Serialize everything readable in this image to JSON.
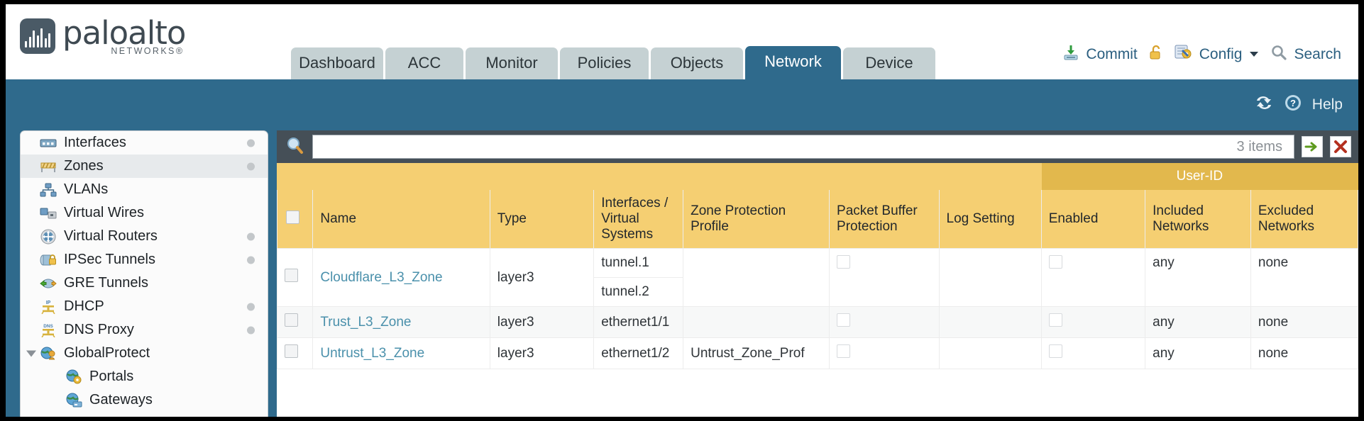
{
  "brand": {
    "name": "paloalto",
    "sub": "NETWORKS",
    "registered": "®"
  },
  "nav": {
    "tabs": [
      {
        "label": "Dashboard",
        "active": false
      },
      {
        "label": "ACC",
        "active": false
      },
      {
        "label": "Monitor",
        "active": false
      },
      {
        "label": "Policies",
        "active": false
      },
      {
        "label": "Objects",
        "active": false
      },
      {
        "label": "Network",
        "active": true
      },
      {
        "label": "Device",
        "active": false
      }
    ]
  },
  "topright": {
    "commit": "Commit",
    "config": "Config",
    "search": "Search",
    "icons": [
      "commit-icon",
      "unlock-icon",
      "config-icon",
      "chevron-down-icon",
      "search-icon"
    ]
  },
  "bluebar": {
    "help": "Help",
    "icons": [
      "refresh-icon",
      "help-icon"
    ]
  },
  "sidebar": {
    "items": [
      {
        "label": "Interfaces",
        "icon": "interfaces-icon",
        "selected": false,
        "dot": true,
        "child": false,
        "caret": false
      },
      {
        "label": "Zones",
        "icon": "zones-icon",
        "selected": true,
        "dot": true,
        "child": false,
        "caret": false
      },
      {
        "label": "VLANs",
        "icon": "vlans-icon",
        "selected": false,
        "dot": false,
        "child": false,
        "caret": false
      },
      {
        "label": "Virtual Wires",
        "icon": "virtual-wires-icon",
        "selected": false,
        "dot": false,
        "child": false,
        "caret": false
      },
      {
        "label": "Virtual Routers",
        "icon": "virtual-routers-icon",
        "selected": false,
        "dot": true,
        "child": false,
        "caret": false
      },
      {
        "label": "IPSec Tunnels",
        "icon": "ipsec-tunnels-icon",
        "selected": false,
        "dot": true,
        "child": false,
        "caret": false
      },
      {
        "label": "GRE Tunnels",
        "icon": "gre-tunnels-icon",
        "selected": false,
        "dot": false,
        "child": false,
        "caret": false
      },
      {
        "label": "DHCP",
        "icon": "dhcp-icon",
        "selected": false,
        "dot": true,
        "child": false,
        "caret": false
      },
      {
        "label": "DNS Proxy",
        "icon": "dns-proxy-icon",
        "selected": false,
        "dot": true,
        "child": false,
        "caret": false
      },
      {
        "label": "GlobalProtect",
        "icon": "globalprotect-icon",
        "selected": false,
        "dot": false,
        "child": false,
        "caret": true
      },
      {
        "label": "Portals",
        "icon": "portals-icon",
        "selected": false,
        "dot": false,
        "child": true,
        "caret": false
      },
      {
        "label": "Gateways",
        "icon": "gateways-icon",
        "selected": false,
        "dot": false,
        "child": true,
        "caret": false
      }
    ]
  },
  "search": {
    "value": "",
    "placeholder": "",
    "item_count": "3 items",
    "apply_icon": "apply-filter-icon",
    "clear_icon": "clear-filter-icon",
    "magnifier_icon": "search-icon"
  },
  "table": {
    "group_header": "User-ID",
    "columns": [
      "Name",
      "Type",
      "Interfaces / Virtual Systems",
      "Zone Protection Profile",
      "Packet Buffer Protection",
      "Log Setting",
      "Enabled",
      "Included Networks",
      "Excluded Networks"
    ],
    "rows": [
      {
        "selected": false,
        "name": "Cloudflare_L3_Zone",
        "type": "layer3",
        "interfaces": [
          "tunnel.1",
          "tunnel.2"
        ],
        "zone_protection_profile": "",
        "packet_buffer_protection": false,
        "log_setting": "",
        "userid_enabled": false,
        "included_networks": "any",
        "excluded_networks": "none"
      },
      {
        "selected": false,
        "name": "Trust_L3_Zone",
        "type": "layer3",
        "interfaces": [
          "ethernet1/1"
        ],
        "zone_protection_profile": "",
        "packet_buffer_protection": false,
        "log_setting": "",
        "userid_enabled": false,
        "included_networks": "any",
        "excluded_networks": "none"
      },
      {
        "selected": false,
        "name": "Untrust_L3_Zone",
        "type": "layer3",
        "interfaces": [
          "ethernet1/2"
        ],
        "zone_protection_profile": "Untrust_Zone_Prof",
        "packet_buffer_protection": false,
        "log_setting": "",
        "userid_enabled": false,
        "included_networks": "any",
        "excluded_networks": "none"
      }
    ]
  },
  "colors": {
    "brand_blue": "#2f6a8c",
    "tab_inactive": "#c5d1d3",
    "header_yellow": "#f5cf72",
    "group_yellow": "#e2b84d",
    "link_blue": "#4a90ab",
    "panel_dark": "#454f57"
  }
}
